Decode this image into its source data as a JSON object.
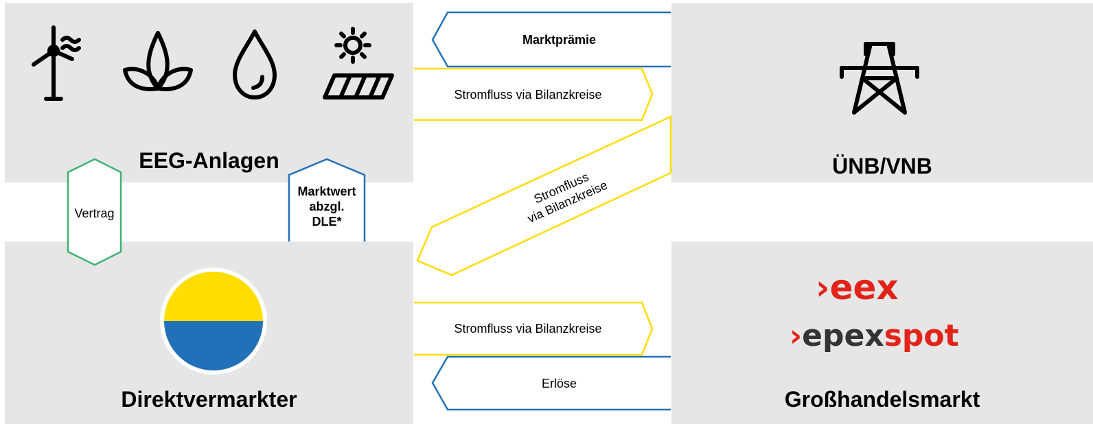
{
  "panels": {
    "eeg": {
      "title": "EEG-Anlagen",
      "icons": [
        "wind-turbine-icon",
        "biomass-icon",
        "hydro-icon",
        "solar-icon"
      ]
    },
    "unb": {
      "title": "ÜNB/VNB",
      "icons": [
        "power-pylon-icon"
      ]
    },
    "dv": {
      "title": "Direktvermarkter",
      "icons": [
        "direktvermarkter-logo"
      ]
    },
    "ghm": {
      "title": "Großhandelsmarkt",
      "icons": [
        "eex-logo",
        "epexspot-logo"
      ]
    }
  },
  "arrows": {
    "marktpraemie": "Marktprämie",
    "stromfluss_top": "Stromfluss via Bilanzkreise",
    "stromfluss_diag_line1": "Stromfluss",
    "stromfluss_diag_line2": "via Bilanzkreise",
    "stromfluss_bottom": "Stromfluss via Bilanzkreise",
    "erloese": "Erlöse",
    "vertrag": "Vertrag",
    "marktwert_line1": "Marktwert",
    "marktwert_line2": "abzgl.",
    "marktwert_line3": "DLE*"
  },
  "logos": {
    "eex_arrow": "›",
    "eex": "eex",
    "epex_arrow": "›",
    "epex": "epex",
    "spot": "spot"
  },
  "colors": {
    "panel": "#e6e6e6",
    "yellow": "#ffdd00",
    "blue": "#2270b7",
    "green": "#3cb371",
    "eex_red": "#e2231a",
    "logo_yellow": "#ffdd00",
    "logo_blue": "#2270b7"
  }
}
